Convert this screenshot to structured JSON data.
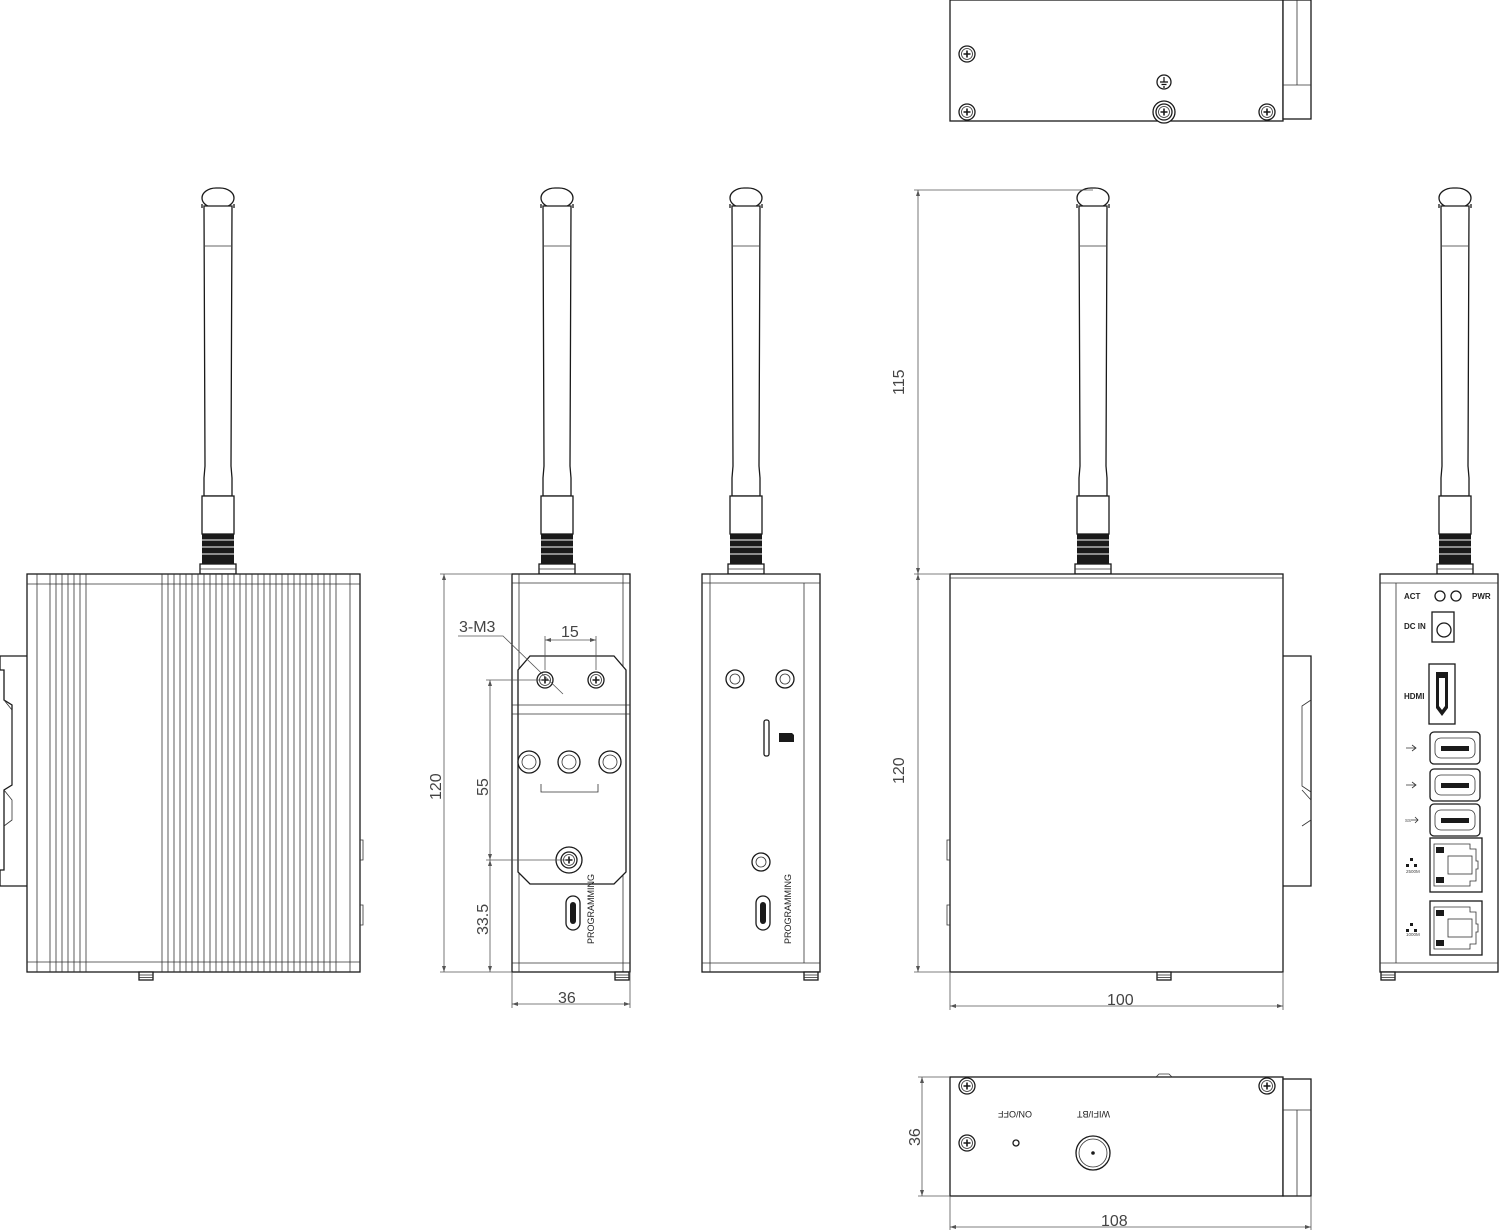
{
  "dimensions": {
    "d_115": "115",
    "d_120_front": "120",
    "d_100": "100",
    "d_120_back": "120",
    "d_55": "55",
    "d_33_5": "33.5",
    "d_15": "15",
    "d_36_back": "36",
    "d_36_bottom": "36",
    "d_108": "108"
  },
  "callouts": {
    "screw_spec": "3-M3"
  },
  "labels": {
    "programming": "PROGRAMMING",
    "act": "ACT",
    "pwr": "PWR",
    "dc_in": "DC IN",
    "hdmi": "HDMI",
    "on_off": "ON/OFF",
    "wifi_bt": "WIFI/BT",
    "lan_1": "2500M",
    "lan_2": "1000M",
    "usb3": "SS"
  }
}
